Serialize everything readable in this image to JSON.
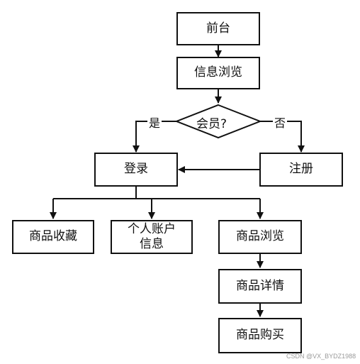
{
  "nodes": {
    "frontend": "前台",
    "browse_info": "信息浏览",
    "is_member": "会员?",
    "login": "登录",
    "register": "注册",
    "favorites": "商品收藏",
    "account_info": "个人账户\n信息",
    "product_browse": "商品浏览",
    "product_detail": "商品详情",
    "product_buy": "商品购买"
  },
  "edges": {
    "yes": "是",
    "no": "否"
  },
  "watermark": "CSDN @VX_BYDZ1988"
}
